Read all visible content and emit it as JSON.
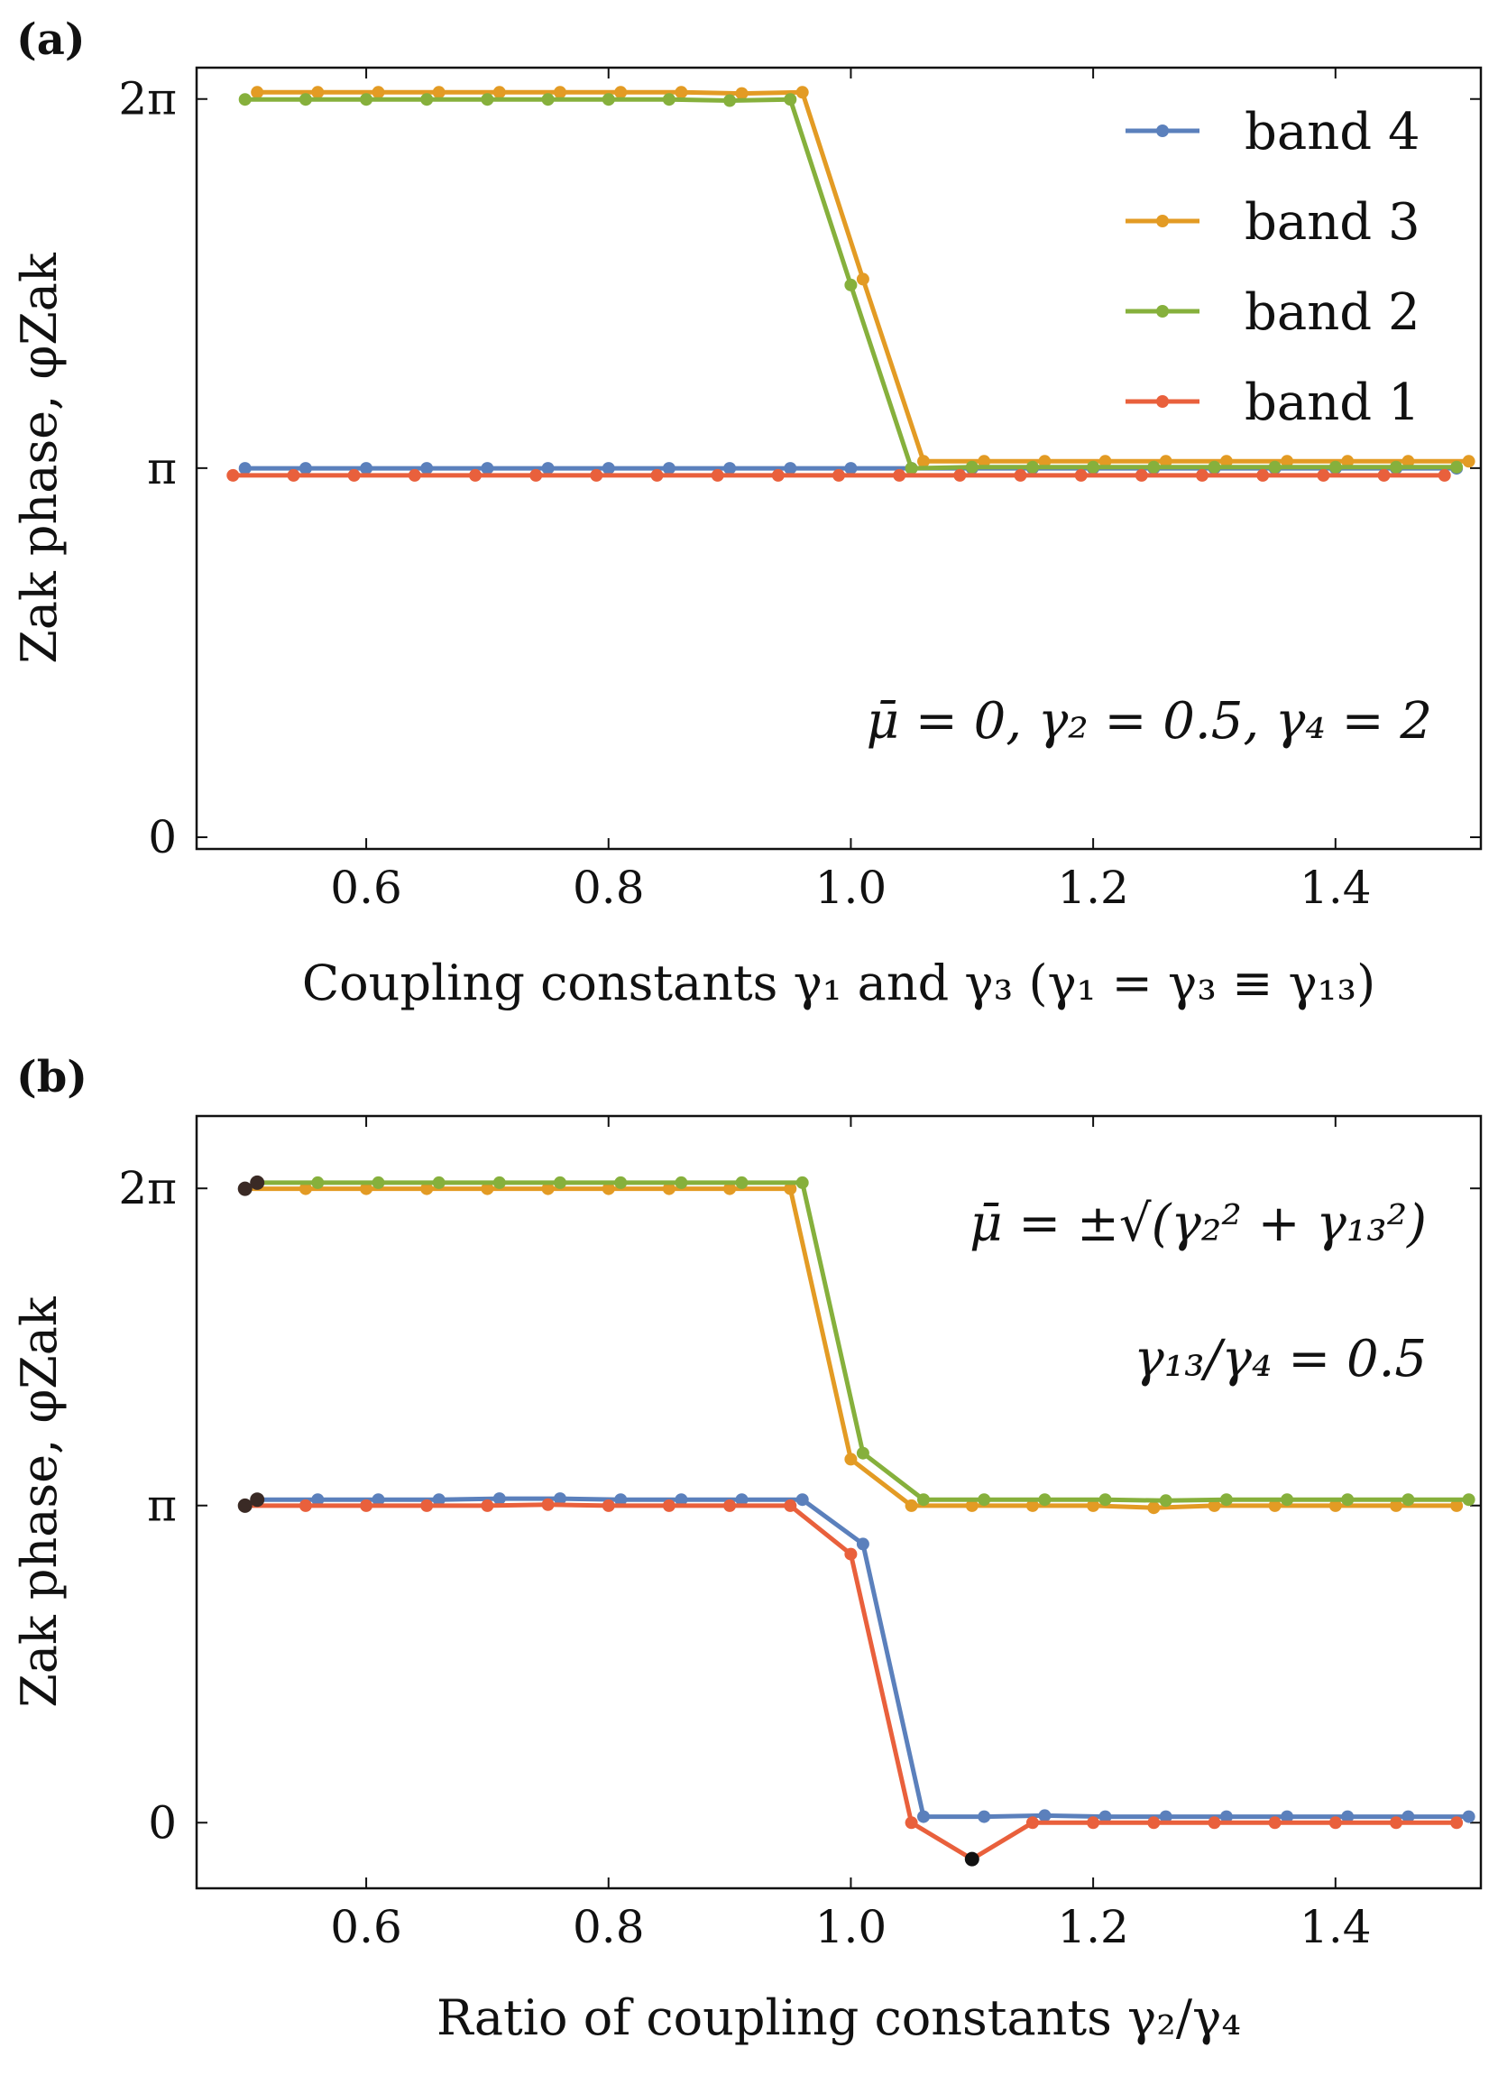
{
  "colors": {
    "band 4": "#5B80BC",
    "band 3": "#E39B24",
    "band 2": "#86B03C",
    "band 1": "#E9603C",
    "point_dark": "#3a2a25",
    "point_black": "#111111"
  },
  "chart_data": [
    {
      "type": "line",
      "panel_label": "(a)",
      "xlabel": "Coupling constants γ₁ and γ₃ (γ₁ = γ₃ ≡ γ₁₃)",
      "ylabel": "Zak phase, φZak",
      "xlim": [
        0.46,
        1.52
      ],
      "ylim": [
        -0.1,
        6.55
      ],
      "xticks": [
        0.6,
        0.8,
        1.0,
        1.2,
        1.4
      ],
      "xtick_labels": [
        "0.6",
        "0.8",
        "1.0",
        "1.2",
        "1.4"
      ],
      "yticks": [
        0,
        3.14159,
        6.28319
      ],
      "ytick_labels": [
        "0",
        "π",
        "2π"
      ],
      "legend": {
        "position": "top-right",
        "entries": [
          "band 4",
          "band 3",
          "band 2",
          "band 1"
        ]
      },
      "annotations": [
        "μ̄ = 0, γ₂ = 0.5, γ₄ = 2"
      ],
      "series": [
        {
          "name": "band 4",
          "x": [
            0.5,
            0.55,
            0.6,
            0.65,
            0.7,
            0.75,
            0.8,
            0.85,
            0.9,
            0.95,
            1.0,
            1.05,
            1.1,
            1.15,
            1.2,
            1.25,
            1.3,
            1.35,
            1.4,
            1.45,
            1.5
          ],
          "y": [
            3.14,
            3.14,
            3.14,
            3.14,
            3.14,
            3.14,
            3.14,
            3.14,
            3.14,
            3.14,
            3.14,
            3.14,
            3.14,
            3.14,
            3.14,
            3.14,
            3.14,
            3.14,
            3.14,
            3.14,
            3.14
          ]
        },
        {
          "name": "band 3",
          "x": [
            0.51,
            0.56,
            0.61,
            0.66,
            0.71,
            0.76,
            0.81,
            0.86,
            0.91,
            0.96,
            1.01,
            1.06,
            1.11,
            1.16,
            1.21,
            1.26,
            1.31,
            1.36,
            1.41,
            1.46,
            1.51
          ],
          "y": [
            6.34,
            6.34,
            6.34,
            6.34,
            6.34,
            6.34,
            6.34,
            6.34,
            6.33,
            6.34,
            4.75,
            3.2,
            3.2,
            3.2,
            3.2,
            3.2,
            3.2,
            3.2,
            3.2,
            3.2,
            3.2
          ]
        },
        {
          "name": "band 2",
          "x": [
            0.5,
            0.55,
            0.6,
            0.65,
            0.7,
            0.75,
            0.8,
            0.85,
            0.9,
            0.95,
            1.0,
            1.05,
            1.1,
            1.15,
            1.2,
            1.25,
            1.3,
            1.35,
            1.4,
            1.45,
            1.5
          ],
          "y": [
            6.28,
            6.28,
            6.28,
            6.28,
            6.28,
            6.28,
            6.28,
            6.28,
            6.27,
            6.28,
            4.7,
            3.14,
            3.15,
            3.15,
            3.15,
            3.15,
            3.15,
            3.15,
            3.15,
            3.15,
            3.15
          ]
        },
        {
          "name": "band 1",
          "x": [
            0.49,
            0.54,
            0.59,
            0.64,
            0.69,
            0.74,
            0.79,
            0.84,
            0.89,
            0.94,
            0.99,
            1.04,
            1.09,
            1.14,
            1.19,
            1.24,
            1.29,
            1.34,
            1.39,
            1.44,
            1.49
          ],
          "y": [
            3.08,
            3.08,
            3.08,
            3.08,
            3.08,
            3.08,
            3.08,
            3.08,
            3.08,
            3.08,
            3.08,
            3.08,
            3.08,
            3.08,
            3.08,
            3.08,
            3.08,
            3.08,
            3.08,
            3.08,
            3.08
          ]
        }
      ]
    },
    {
      "type": "line",
      "panel_label": "(b)",
      "xlabel": "Ratio of coupling constants γ₂/γ₄",
      "ylabel": "Zak phase, φZak",
      "xlim": [
        0.46,
        1.52
      ],
      "ylim": [
        -0.65,
        7.0
      ],
      "xticks": [
        0.6,
        0.8,
        1.0,
        1.2,
        1.4
      ],
      "xtick_labels": [
        "0.6",
        "0.8",
        "1.0",
        "1.2",
        "1.4"
      ],
      "yticks": [
        0,
        3.14159,
        6.28319
      ],
      "ytick_labels": [
        "0",
        "π",
        "2π"
      ],
      "annotations": [
        "μ̄ = ±√(γ₂² + γ₁₃²)",
        "γ₁₃/γ₄ = 0.5"
      ],
      "series": [
        {
          "name": "band 4",
          "x": [
            0.51,
            0.56,
            0.61,
            0.66,
            0.71,
            0.76,
            0.81,
            0.86,
            0.91,
            0.96,
            1.01,
            1.06,
            1.11,
            1.16,
            1.21,
            1.26,
            1.31,
            1.36,
            1.41,
            1.46,
            1.51
          ],
          "y": [
            3.2,
            3.2,
            3.2,
            3.2,
            3.21,
            3.21,
            3.2,
            3.2,
            3.2,
            3.2,
            2.76,
            0.06,
            0.06,
            0.07,
            0.06,
            0.06,
            0.06,
            0.06,
            0.06,
            0.06,
            0.06
          ]
        },
        {
          "name": "band 3",
          "x": [
            0.5,
            0.55,
            0.6,
            0.65,
            0.7,
            0.75,
            0.8,
            0.85,
            0.9,
            0.95,
            1.0,
            1.05,
            1.1,
            1.15,
            1.2,
            1.25,
            1.3,
            1.35,
            1.4,
            1.45,
            1.5
          ],
          "y": [
            6.28,
            6.28,
            6.28,
            6.28,
            6.28,
            6.28,
            6.28,
            6.28,
            6.28,
            6.28,
            3.6,
            3.14,
            3.14,
            3.14,
            3.14,
            3.12,
            3.14,
            3.14,
            3.14,
            3.14,
            3.14
          ]
        },
        {
          "name": "band 2",
          "x": [
            0.51,
            0.56,
            0.61,
            0.66,
            0.71,
            0.76,
            0.81,
            0.86,
            0.91,
            0.96,
            1.01,
            1.06,
            1.11,
            1.16,
            1.21,
            1.26,
            1.31,
            1.36,
            1.41,
            1.46,
            1.51
          ],
          "y": [
            6.34,
            6.34,
            6.34,
            6.34,
            6.34,
            6.34,
            6.34,
            6.34,
            6.34,
            6.34,
            3.66,
            3.2,
            3.2,
            3.2,
            3.2,
            3.19,
            3.2,
            3.2,
            3.2,
            3.2,
            3.2
          ]
        },
        {
          "name": "band 1",
          "x": [
            0.5,
            0.55,
            0.6,
            0.65,
            0.7,
            0.75,
            0.8,
            0.85,
            0.9,
            0.95,
            1.0,
            1.05,
            1.1,
            1.15,
            1.2,
            1.25,
            1.3,
            1.35,
            1.4,
            1.45,
            1.5
          ],
          "y": [
            3.14,
            3.14,
            3.14,
            3.14,
            3.14,
            3.15,
            3.14,
            3.14,
            3.14,
            3.14,
            2.66,
            0.0,
            -0.36,
            0.0,
            0.0,
            0.0,
            0.0,
            0.0,
            0.0,
            0.0,
            0.0
          ]
        }
      ],
      "highlight_points": [
        {
          "x": 0.5,
          "y": 6.28,
          "color": "point_dark"
        },
        {
          "x": 0.51,
          "y": 6.34,
          "color": "point_dark"
        },
        {
          "x": 0.5,
          "y": 3.14,
          "color": "point_dark"
        },
        {
          "x": 0.51,
          "y": 3.2,
          "color": "point_dark"
        },
        {
          "x": 1.1,
          "y": -0.36,
          "color": "point_black"
        }
      ]
    }
  ]
}
